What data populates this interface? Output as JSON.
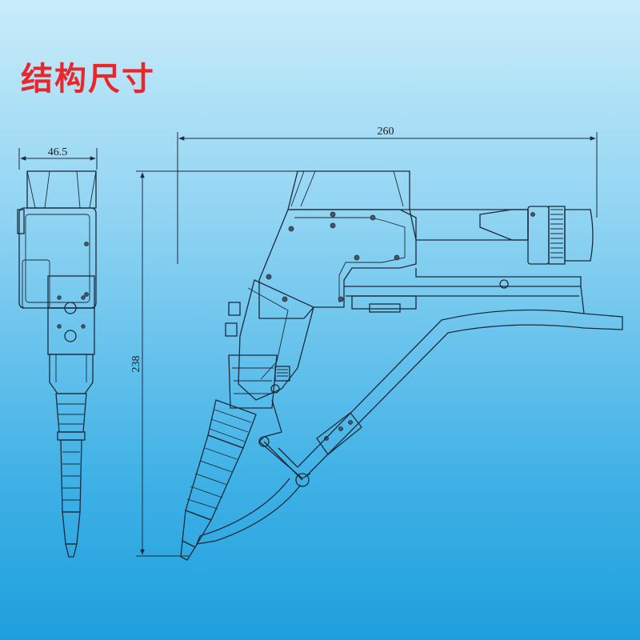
{
  "title": "结构尺寸",
  "dimensions": {
    "width_front": "46.5",
    "width_side": "260",
    "height_side": "238"
  },
  "colors": {
    "title": "#e8262b",
    "background_top": "#c9ecfa",
    "background_bottom": "#1e9fdd",
    "line": "#1d2a3a"
  }
}
